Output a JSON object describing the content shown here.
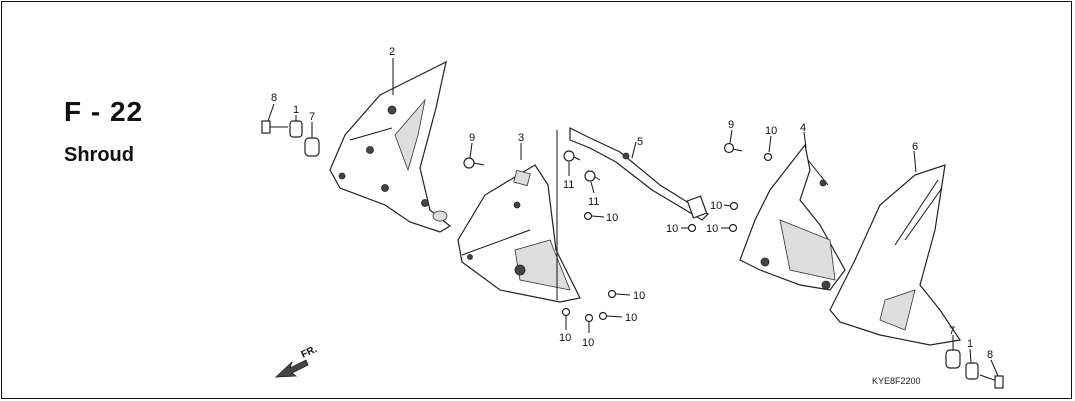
{
  "page": {
    "code": "F - 22",
    "name": "Shroud",
    "figure_code": "KYE8F2200",
    "direction_label": "FR."
  },
  "callouts": [
    {
      "id": "c-2",
      "text": "2"
    },
    {
      "id": "c-8a",
      "text": "8"
    },
    {
      "id": "c-1a",
      "text": "1"
    },
    {
      "id": "c-7a",
      "text": "7"
    },
    {
      "id": "c-9a",
      "text": "9"
    },
    {
      "id": "c-3",
      "text": "3"
    },
    {
      "id": "c-11a",
      "text": "11"
    },
    {
      "id": "c-11b",
      "text": "11"
    },
    {
      "id": "c-5",
      "text": "5"
    },
    {
      "id": "c-10a",
      "text": "10"
    },
    {
      "id": "c-9b",
      "text": "9"
    },
    {
      "id": "c-10b",
      "text": "10"
    },
    {
      "id": "c-4",
      "text": "4"
    },
    {
      "id": "c-10c",
      "text": "10"
    },
    {
      "id": "c-10d",
      "text": "10"
    },
    {
      "id": "c-10e",
      "text": "10"
    },
    {
      "id": "c-6",
      "text": "6"
    },
    {
      "id": "c-10f",
      "text": "10"
    },
    {
      "id": "c-10g",
      "text": "10"
    },
    {
      "id": "c-10h",
      "text": "10"
    },
    {
      "id": "c-10i",
      "text": "10"
    },
    {
      "id": "c-7b",
      "text": "7"
    },
    {
      "id": "c-1b",
      "text": "1"
    },
    {
      "id": "c-8b",
      "text": "8"
    }
  ]
}
